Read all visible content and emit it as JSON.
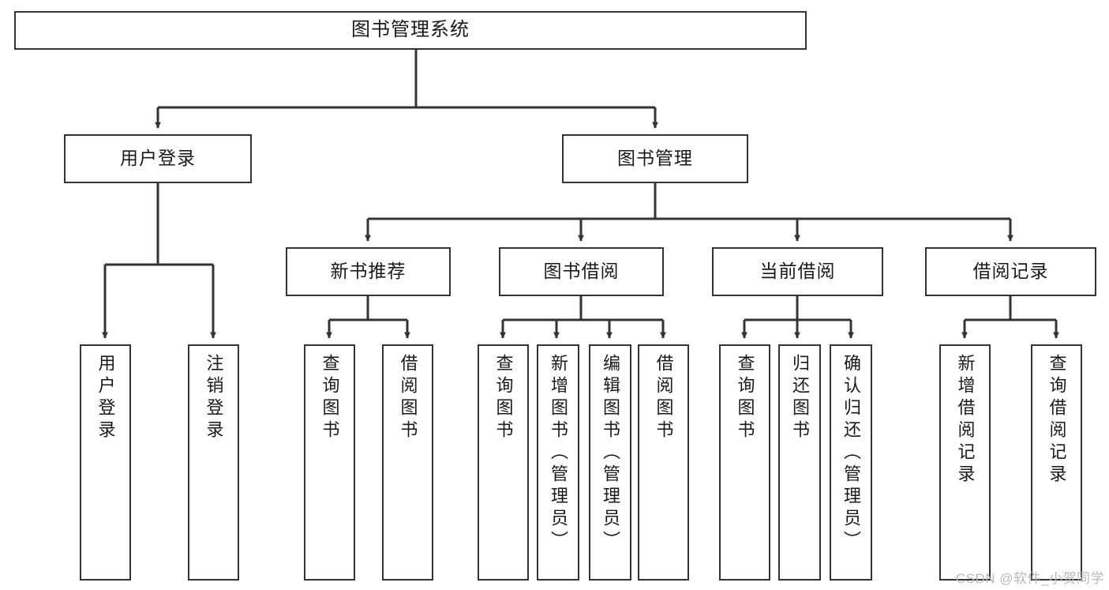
{
  "diagram": {
    "title": "图书管理系统",
    "type": "hierarchy-tree",
    "watermark": "CSDN @软件_小贺同学",
    "colors": {
      "box_border": "#333333",
      "box_fill": "#ffffff",
      "edge": "#333333",
      "text": "#1a1a1a",
      "watermark": "#b9b9b9"
    },
    "root": {
      "label": "图书管理系统"
    },
    "level2": [
      {
        "label": "用户登录"
      },
      {
        "label": "图书管理"
      }
    ],
    "level3": [
      {
        "label": "新书推荐"
      },
      {
        "label": "图书借阅"
      },
      {
        "label": "当前借阅"
      },
      {
        "label": "借阅记录"
      }
    ],
    "leaves": {
      "user_login": [
        {
          "label": "用户登录"
        },
        {
          "label": "注销登录"
        }
      ],
      "new_book_recommend": [
        {
          "label": "查询图书"
        },
        {
          "label": "借阅图书"
        }
      ],
      "book_borrow": [
        {
          "label": "查询图书"
        },
        {
          "label": "新增图书（管理员）"
        },
        {
          "label": "编辑图书（管理员）"
        },
        {
          "label": "借阅图书"
        }
      ],
      "current_borrow": [
        {
          "label": "查询图书"
        },
        {
          "label": "归还图书"
        },
        {
          "label": "确认归还（管理员）"
        }
      ],
      "borrow_record": [
        {
          "label": "新增借阅记录"
        },
        {
          "label": "查询借阅记录"
        }
      ]
    }
  }
}
